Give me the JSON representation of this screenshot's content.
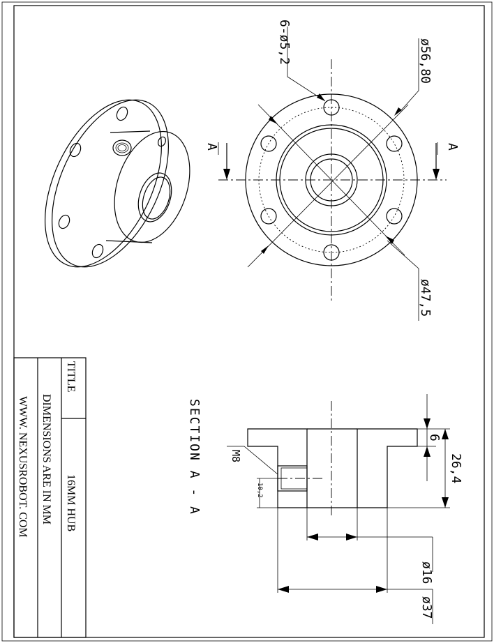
{
  "title_block": {
    "title_label": "TITLE",
    "title_value": "16MM HUB",
    "units_note": "DIMENSIONS ARE IN MM",
    "website": "WWW. NEXUSROBOT. COM"
  },
  "front_view": {
    "section_marker_left": "A",
    "section_marker_right": "A",
    "dim_holes": "6-ø5,2",
    "dim_pcd": "ø56,80",
    "dim_hub_dia": "ø47,5"
  },
  "section_view": {
    "label": "SECTION  A - A",
    "dim_flange_thickness": "6",
    "dim_total_length": "26,4",
    "dim_thread": "M8",
    "dim_thread_position": "10,2",
    "dim_bore": "ø16",
    "dim_outer": "ø37"
  }
}
